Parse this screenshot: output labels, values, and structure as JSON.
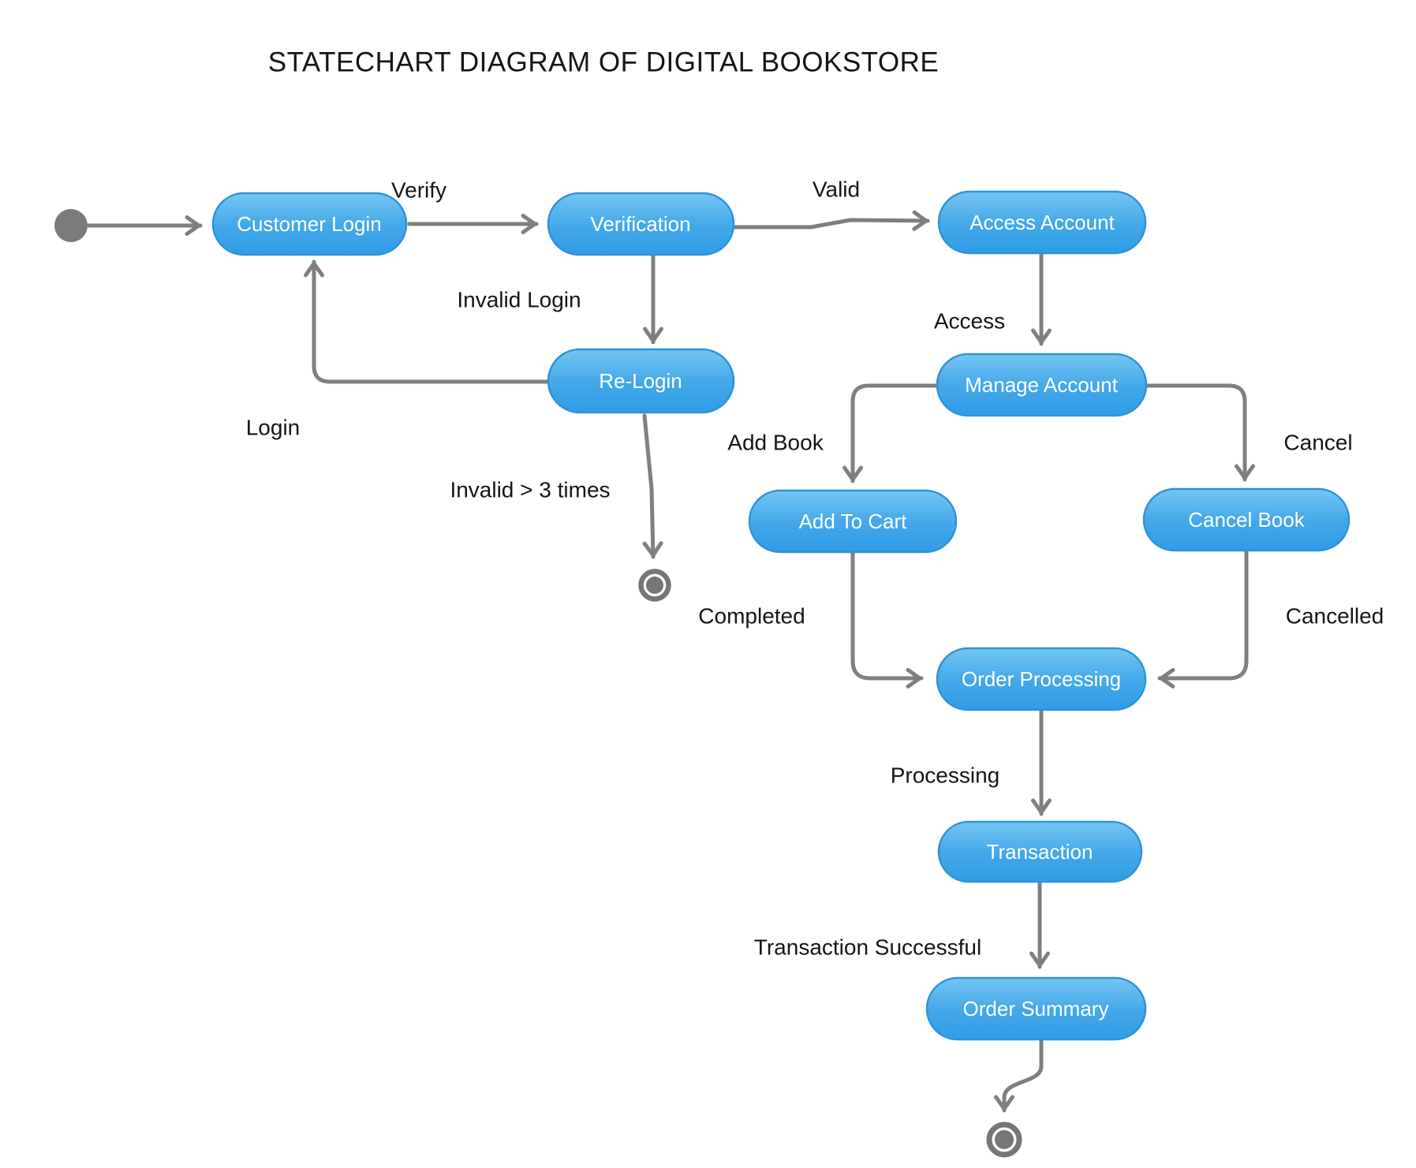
{
  "title": "STATECHART DIAGRAM OF DIGITAL BOOKSTORE",
  "colors": {
    "state_fill_top": "#74c6f2",
    "state_fill_mid": "#46a9e9",
    "state_fill_bottom": "#309de8",
    "state_border": "#2e93da",
    "state_text": "#ffffff",
    "edge": "#7f7f7f",
    "pseudostate": "#777777",
    "label_text": "#151515",
    "background": "#ffffff"
  },
  "states": {
    "customer_login": "Customer Login",
    "verification": "Verification",
    "access_account": "Access Account",
    "re_login": "Re-Login",
    "manage_account": "Manage Account",
    "add_to_cart": "Add To Cart",
    "cancel_book": "Cancel Book",
    "order_processing": "Order Processing",
    "transaction": "Transaction",
    "order_summary": "Order Summary"
  },
  "transitions": {
    "verify": "Verify",
    "valid": "Valid",
    "invalid_login": "Invalid Login",
    "login": "Login",
    "invalid_3_times": "Invalid > 3 times",
    "access": "Access",
    "add_book": "Add Book",
    "cancel": "Cancel",
    "completed": "Completed",
    "cancelled": "Cancelled",
    "processing": "Processing",
    "transaction_successful": "Transaction Successful"
  },
  "pseudostates": {
    "initial": "initial-state",
    "final_after_relogin": "final-state",
    "final_after_order_summary": "final-state"
  }
}
